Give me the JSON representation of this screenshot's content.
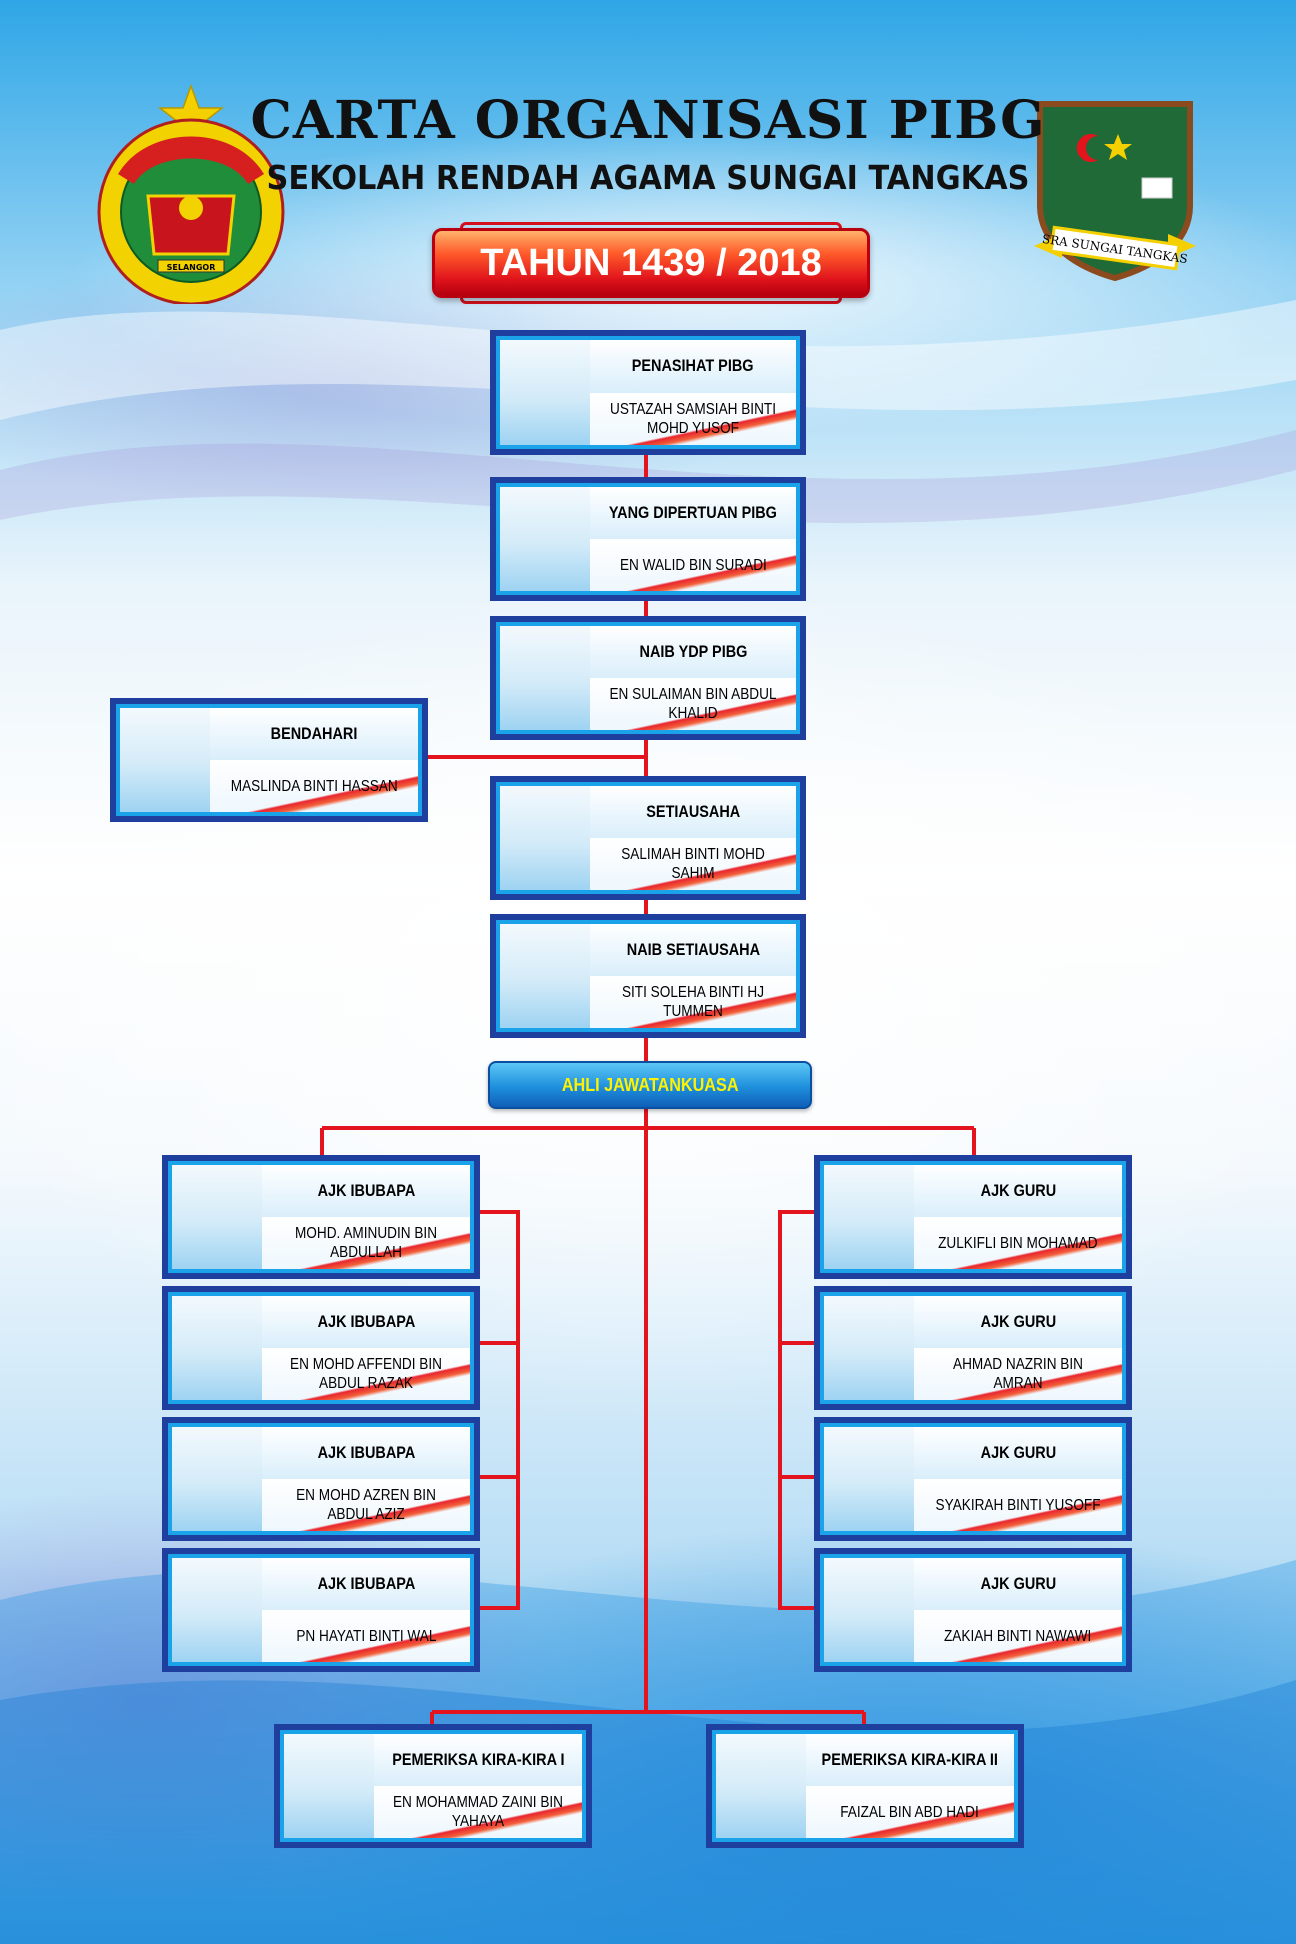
{
  "header": {
    "title": "CARTA ORGANISASI PIBG",
    "subtitle": "SEKOLAH RENDAH AGAMA SUNGAI TANGKAS",
    "year": "TAHUN 1439 / 2018"
  },
  "logos": {
    "left": {
      "icon": "selangor-emblem-icon",
      "caption": "SELANGOR"
    },
    "right": {
      "icon": "school-crest-icon",
      "banner": "SRA SUNGAI TANGKAS"
    }
  },
  "positions": {
    "penasihat": {
      "role": "PENASIHAT PIBG",
      "name": "USTAZAH SAMSIAH BINTI MOHD YUSOF"
    },
    "ydp": {
      "role": "YANG DIPERTUAN PIBG",
      "name": "EN WALID BIN SURADI"
    },
    "naib_ydp": {
      "role": "NAIB YDP PIBG",
      "name": "EN SULAIMAN BIN ABDUL KHALID"
    },
    "bendahari": {
      "role": "BENDAHARI",
      "name": "MASLINDA BINTI HASSAN"
    },
    "setiausaha": {
      "role": "SETIAUSAHA",
      "name": "SALIMAH BINTI MOHD SAHIM"
    },
    "naib_setiausaha": {
      "role": "NAIB SETIAUSAHA",
      "name": "SITI SOLEHA BINTI HJ TUMMEN"
    }
  },
  "ahli_jawatankuasa_label": "AHLI JAWATANKUASA",
  "ajk_ibubapa": [
    {
      "role": "AJK  IBUBAPA",
      "name": "MOHD. AMINUDIN BIN ABDULLAH"
    },
    {
      "role": "AJK  IBUBAPA",
      "name": "EN MOHD AFFENDI BIN ABDUL RAZAK"
    },
    {
      "role": "AJK  IBUBAPA",
      "name": "EN MOHD AZREN BIN ABDUL AZIZ"
    },
    {
      "role": "AJK  IBUBAPA",
      "name": "PN HAYATI BINTI WAL"
    }
  ],
  "ajk_guru": [
    {
      "role": "AJK GURU",
      "name": "ZULKIFLI BIN MOHAMAD"
    },
    {
      "role": "AJK GURU",
      "name": "AHMAD NAZRIN BIN AMRAN"
    },
    {
      "role": "AJK GURU",
      "name": "SYAKIRAH BINTI YUSOFF"
    },
    {
      "role": "AJK GURU",
      "name": "ZAKIAH BINTI NAWAWI"
    }
  ],
  "pemeriksa": [
    {
      "role": "PEMERIKSA KIRA-KIRA I",
      "name": "EN MOHAMMAD ZAINI BIN YAHAYA"
    },
    {
      "role": "PEMERIKSA KIRA-KIRA II",
      "name": "FAIZAL BIN ABD HADI"
    }
  ],
  "colors": {
    "connector": "#e3141e",
    "box_border": "#1f3f9e",
    "box_frame": "#1aa3e8",
    "ajk_text": "#fff200"
  }
}
